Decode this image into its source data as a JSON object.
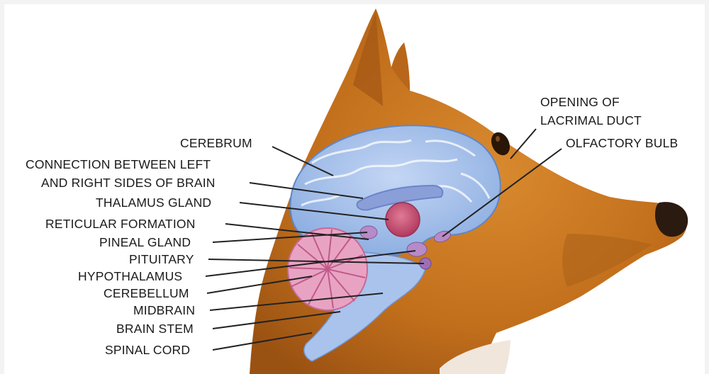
{
  "labels": {
    "cerebrum": "CEREBRUM",
    "connection_line1": "CONNECTION BETWEEN LEFT",
    "connection_line2": "AND RIGHT SIDES OF BRAIN",
    "thalamus": "THALAMUS GLAND",
    "reticular": "RETICULAR FORMATION",
    "pineal": "PINEAL GLAND",
    "pituitary": "PITUITARY",
    "hypothalamus": "HYPOTHALAMUS",
    "cerebellum": "CEREBELLUM",
    "midbrain": "MIDBRAIN",
    "brain_stem": "BRAIN STEM",
    "spinal_cord": "SPINAL CORD",
    "lacrimal_line1": "OPENING OF",
    "lacrimal_line2": "LACRIMAL DUCT",
    "olfactory": "OLFACTORY BULB"
  },
  "colors": {
    "fur": "#c8741c",
    "fur_dark": "#8e4a10",
    "brain": "#a9c3ec",
    "brain_dark": "#6f93cf",
    "cerebellum": "#e79bbf",
    "thalamus": "#c84a6e",
    "leader": "#222222"
  }
}
